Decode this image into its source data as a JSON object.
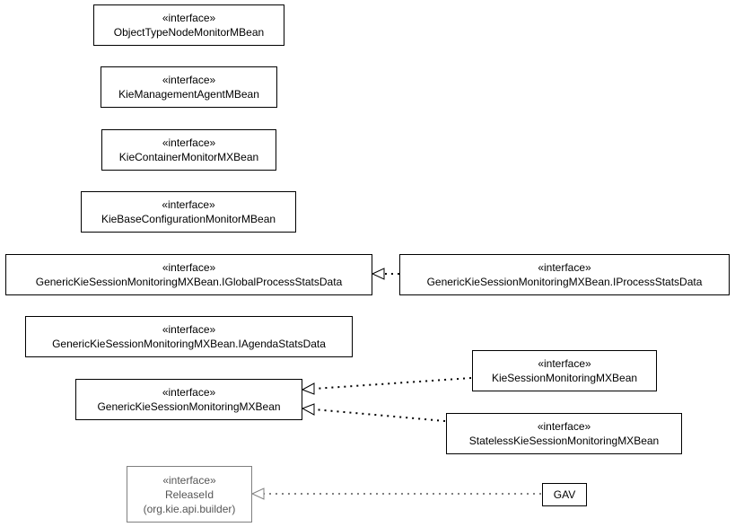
{
  "stereotype": "«interface»",
  "nodes": {
    "object_type_node": {
      "name": "ObjectTypeNodeMonitorMBean"
    },
    "kie_management_agent": {
      "name": "KieManagementAgentMBean"
    },
    "kie_container_monitor": {
      "name": "KieContainerMonitorMXBean"
    },
    "kie_base_config_monitor": {
      "name": "KieBaseConfigurationMonitorMBean"
    },
    "global_process_stats": {
      "name": "GenericKieSessionMonitoringMXBean.IGlobalProcessStatsData"
    },
    "process_stats": {
      "name": "GenericKieSessionMonitoringMXBean.IProcessStatsData"
    },
    "agenda_stats": {
      "name": "GenericKieSessionMonitoringMXBean.IAgendaStatsData"
    },
    "generic_kie_session": {
      "name": "GenericKieSessionMonitoringMXBean"
    },
    "kie_session_monitoring": {
      "name": "KieSessionMonitoringMXBean"
    },
    "stateless_kie_session": {
      "name": "StatelessKieSessionMonitoringMXBean"
    },
    "release_id": {
      "name": "ReleaseId",
      "package": "(org.kie.api.builder)"
    },
    "gav": {
      "name": "GAV"
    }
  },
  "edges": [
    {
      "from": "process_stats",
      "to": "global_process_stats",
      "type": "realization"
    },
    {
      "from": "kie_session_monitoring",
      "to": "generic_kie_session",
      "type": "realization"
    },
    {
      "from": "stateless_kie_session",
      "to": "generic_kie_session",
      "type": "realization"
    },
    {
      "from": "gav",
      "to": "release_id",
      "type": "realization"
    }
  ],
  "colors": {
    "border": "#000000",
    "external_border": "#808080",
    "external_text": "#555555"
  }
}
